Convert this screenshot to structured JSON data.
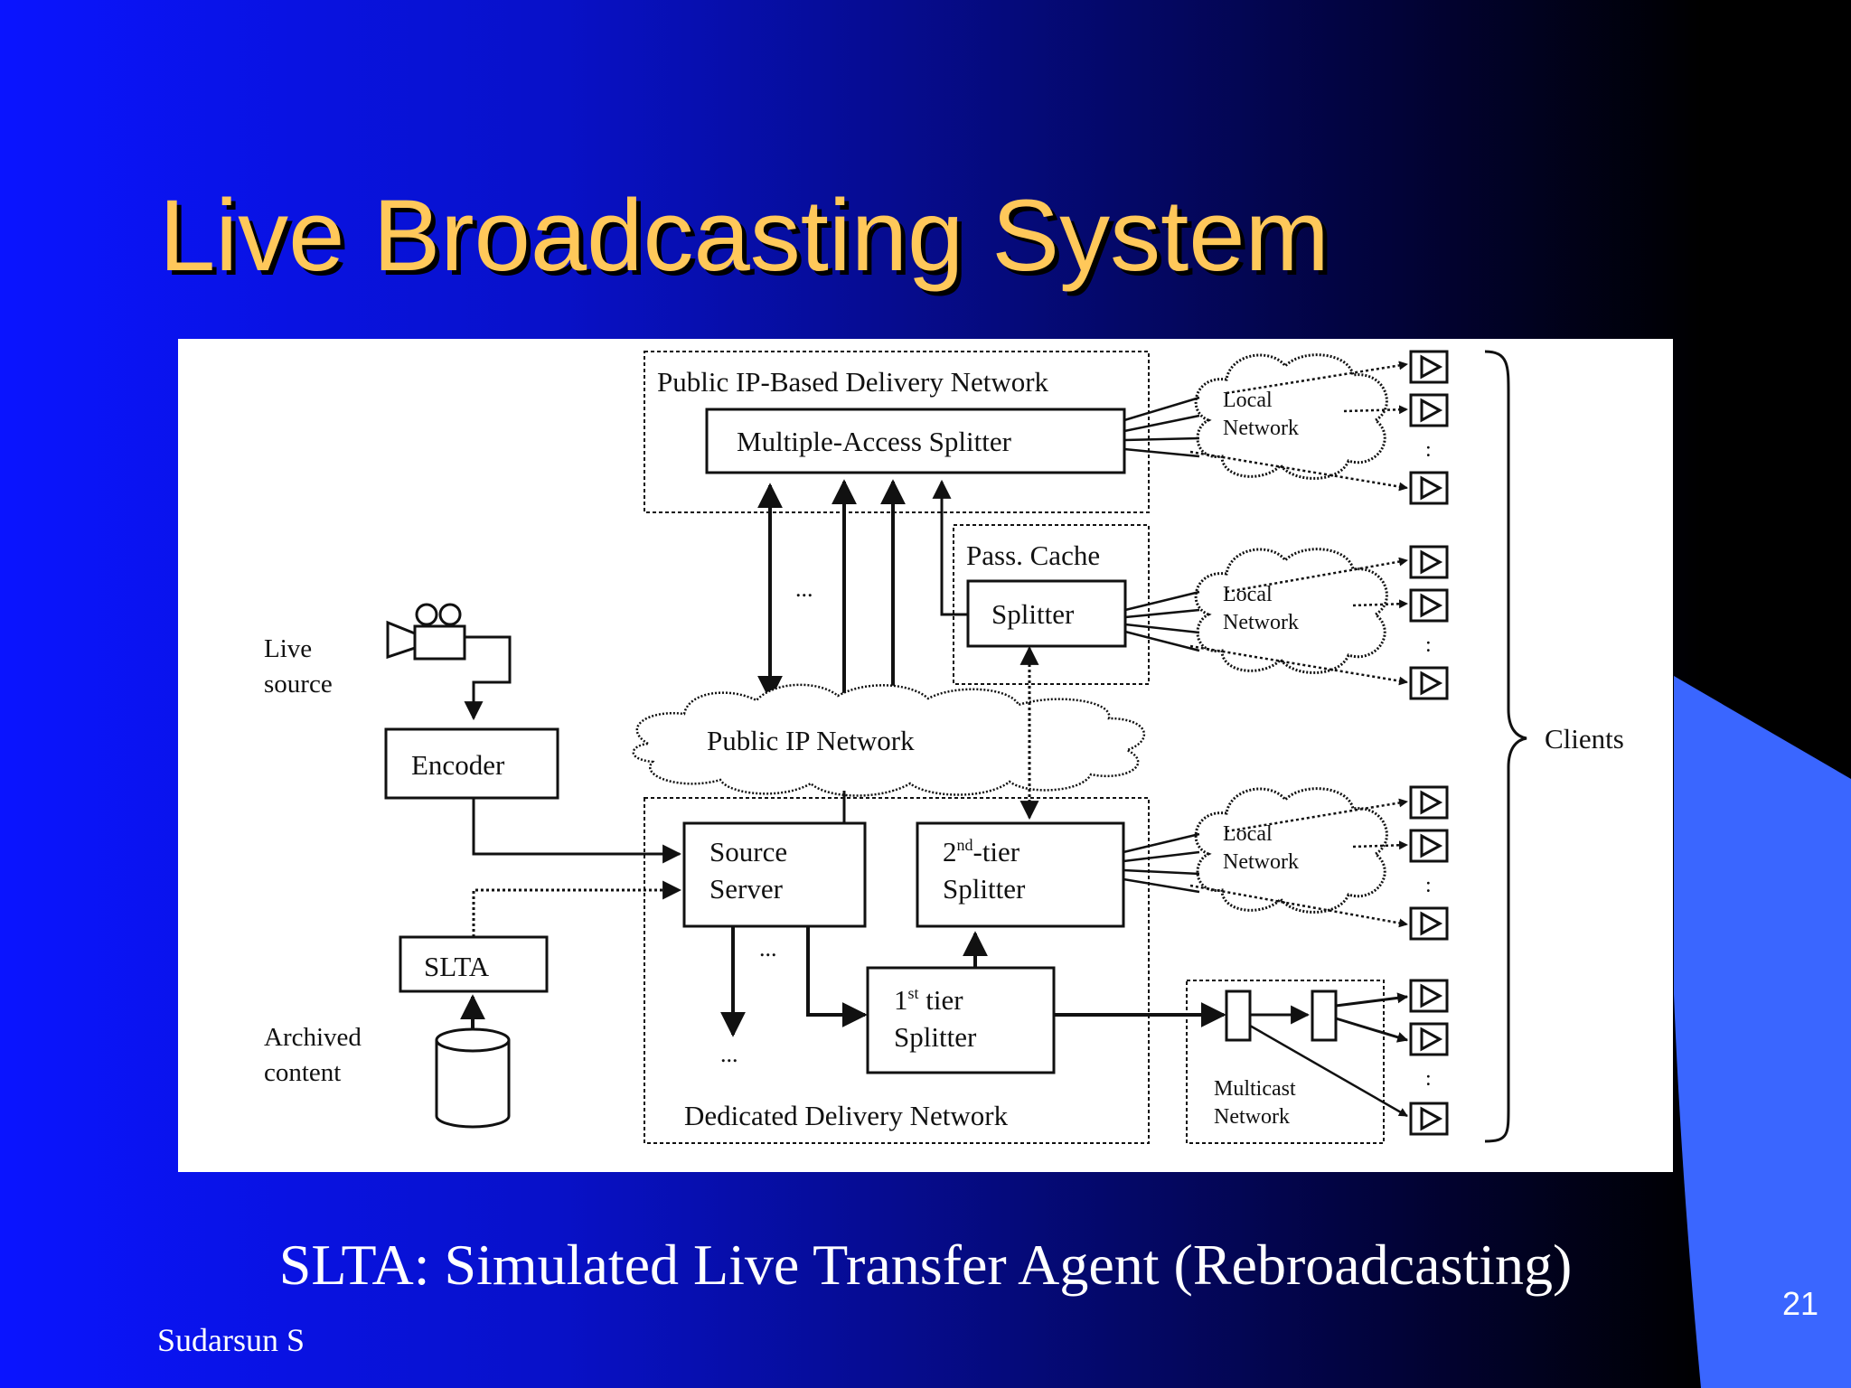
{
  "slide": {
    "title": "Live Broadcasting System",
    "caption": "SLTA: Simulated Live Transfer Agent (Rebroadcasting)",
    "author": "Sudarsun S",
    "page_number": "21"
  },
  "colors": {
    "title": "#ffc85a",
    "accent_shape": "#3a66ff",
    "text": "#ffffff"
  },
  "diagram": {
    "public_network_group": "Public IP-Based Delivery Network",
    "multiple_access_splitter": "Multiple-Access Splitter",
    "pass_cache_group": "Pass. Cache",
    "splitter": "Splitter",
    "public_ip_network": "Public IP Network",
    "live_source_line1": "Live",
    "live_source_line2": "source",
    "encoder": "Encoder",
    "slta": "SLTA",
    "archived_line1": "Archived",
    "archived_line2": "content",
    "source_server_line1": "Source",
    "source_server_line2": "Server",
    "second_tier_prefix": "2",
    "second_tier_sup": "nd",
    "second_tier_suffix": "-tier",
    "second_tier_line2": "Splitter",
    "first_tier_prefix": "1",
    "first_tier_sup": "st",
    "first_tier_suffix": " tier",
    "first_tier_line2": "Splitter",
    "dedicated_network_group": "Dedicated Delivery Network",
    "multicast_line1": "Multicast",
    "multicast_line2": "Network",
    "local_network_line1": "Local",
    "local_network_line2": "Network",
    "clients": "Clients",
    "ellipsis": "...",
    "vertical_dots": ":"
  }
}
